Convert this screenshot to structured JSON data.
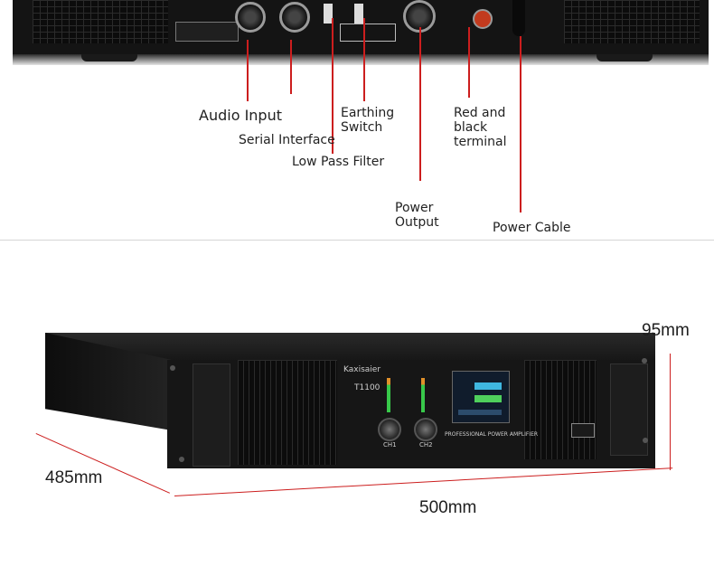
{
  "labels": {
    "audio_input": "Audio Input",
    "serial_interface": "Serial Interface",
    "low_pass_filter": "Low Pass Filter",
    "earthing_switch": "Earthing\nSwitch",
    "red_black_terminal": "Red and\nblack\nterminal",
    "power_output": "Power\nOutput",
    "power_cable": "Power Cable"
  },
  "device": {
    "brand": "Kaxisaier",
    "model": "T1100",
    "ch1": "CH1",
    "ch2": "CH2",
    "subtitle": "PROFESSIONAL POWER AMPLIFIER"
  },
  "dimensions": {
    "height": "95mm",
    "depth": "485mm",
    "width": "500mm"
  },
  "colors": {
    "callout_line": "#cc1e1e",
    "meter_green": "#38c94a",
    "meter_orange": "#e0902a"
  }
}
